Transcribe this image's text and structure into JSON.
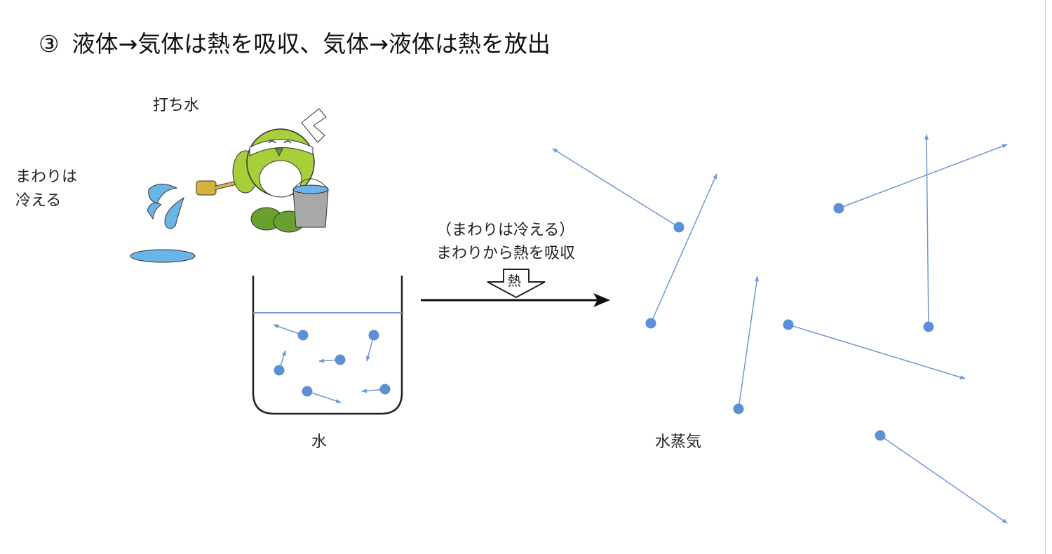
{
  "title": {
    "number": "③",
    "text": "液体→気体は熱を吸収、気体→液体は熱を放出"
  },
  "labels": {
    "uchimizu": "打ち水",
    "surroundings_cool_line1": "まわりは",
    "surroundings_cool_line2": "冷える",
    "paren_cool": "（まわりは冷える）",
    "absorb_heat": "まわりから熱を吸収",
    "heat": "熱",
    "water": "水",
    "vapor": "水蒸気"
  },
  "colors": {
    "molecule": "#5b8fd6",
    "arrow": "#6f98d4",
    "bird": "#a6cf3a",
    "puddle": "#6ab4e8"
  }
}
